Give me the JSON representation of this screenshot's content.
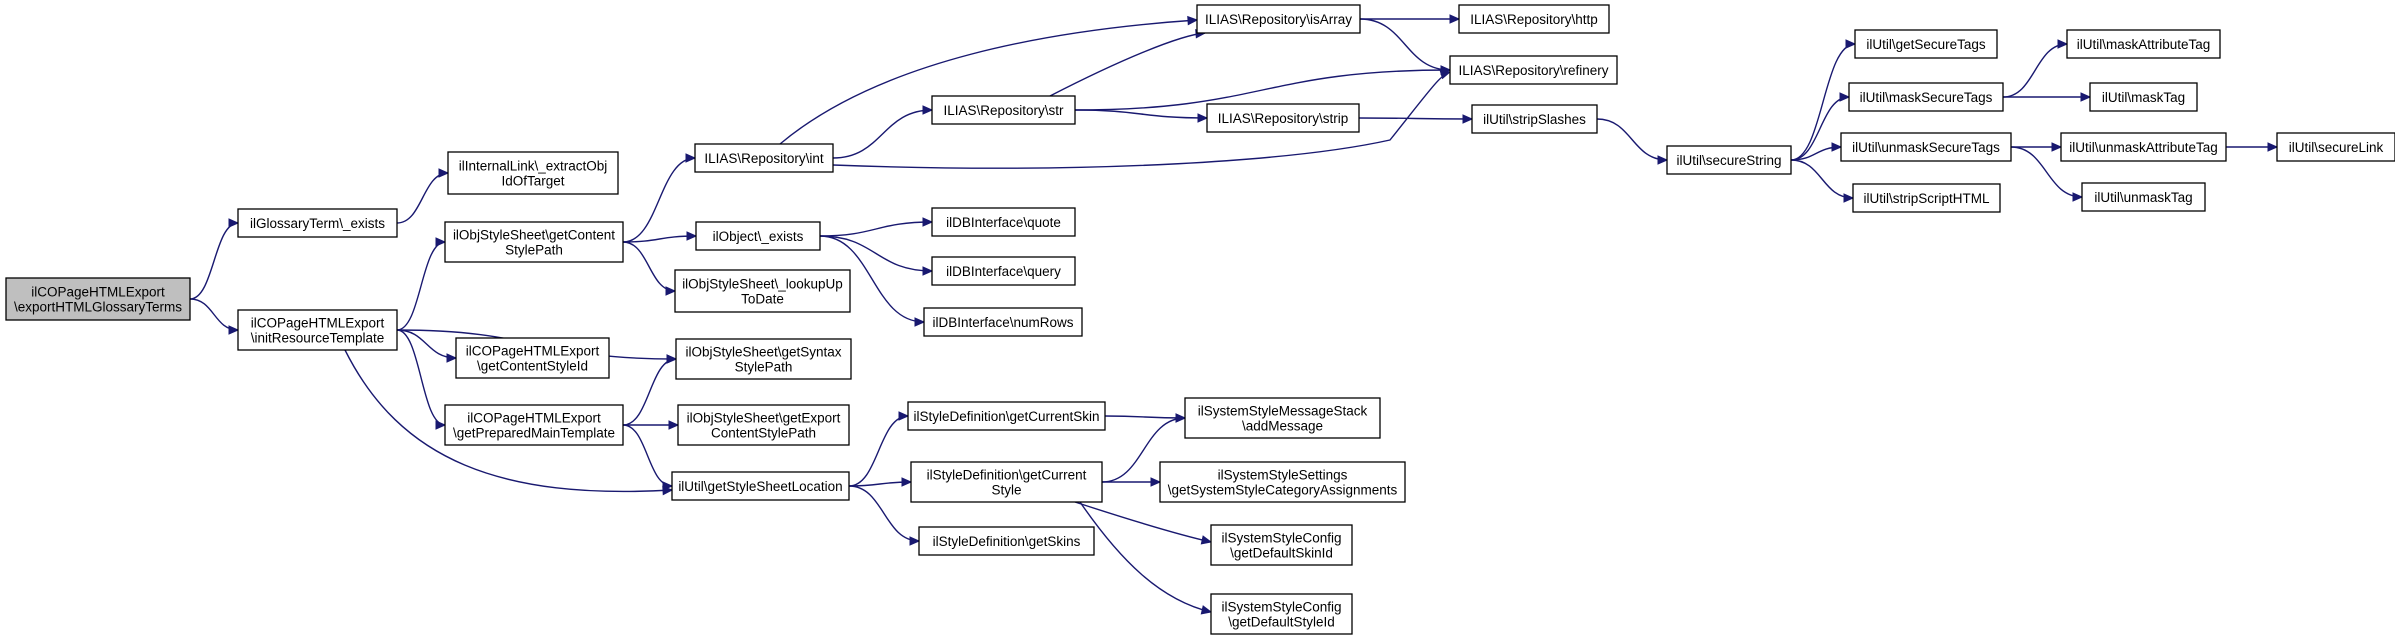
{
  "colors": {
    "edge": "#191970",
    "node_fill": "#ffffff",
    "root_fill": "#bfbfbf",
    "node_border": "#000000"
  },
  "nodes": [
    {
      "id": "root",
      "lines": [
        "ilCOPageHTMLExport",
        "\\exportHTMLGlossaryTerms"
      ],
      "root": true
    },
    {
      "id": "glossExists",
      "lines": [
        "ilGlossaryTerm\\_exists"
      ]
    },
    {
      "id": "initRes",
      "lines": [
        "ilCOPageHTMLExport",
        "\\initResourceTemplate"
      ]
    },
    {
      "id": "extractObj",
      "lines": [
        "ilInternalLink\\_extractObj",
        "IdOfTarget"
      ]
    },
    {
      "id": "getContentStylePath",
      "lines": [
        "ilObjStyleSheet\\getContent",
        "StylePath"
      ]
    },
    {
      "id": "getContentStyleId",
      "lines": [
        "ilCOPageHTMLExport",
        "\\getContentStyleId"
      ]
    },
    {
      "id": "getPreparedMain",
      "lines": [
        "ilCOPageHTMLExport",
        "\\getPreparedMainTemplate"
      ]
    },
    {
      "id": "repoInt",
      "lines": [
        "ILIAS\\Repository\\int"
      ]
    },
    {
      "id": "objExists",
      "lines": [
        "ilObject\\_exists"
      ]
    },
    {
      "id": "lookupUpToDate",
      "lines": [
        "ilObjStyleSheet\\_lookupUp",
        "ToDate"
      ]
    },
    {
      "id": "syntaxStylePath",
      "lines": [
        "ilObjStyleSheet\\getSyntax",
        "StylePath"
      ]
    },
    {
      "id": "exportContentStylePath",
      "lines": [
        "ilObjStyleSheet\\getExport",
        "ContentStylePath"
      ]
    },
    {
      "id": "styleSheetLocation",
      "lines": [
        "ilUtil\\getStyleSheetLocation"
      ]
    },
    {
      "id": "repoIsArray",
      "lines": [
        "ILIAS\\Repository\\isArray"
      ]
    },
    {
      "id": "repoStr",
      "lines": [
        "ILIAS\\Repository\\str"
      ]
    },
    {
      "id": "dbQuote",
      "lines": [
        "ilDBInterface\\quote"
      ]
    },
    {
      "id": "dbQuery",
      "lines": [
        "ilDBInterface\\query"
      ]
    },
    {
      "id": "dbNumRows",
      "lines": [
        "ilDBInterface\\numRows"
      ]
    },
    {
      "id": "currentSkin",
      "lines": [
        "ilStyleDefinition\\getCurrentSkin"
      ]
    },
    {
      "id": "currentStyle",
      "lines": [
        "ilStyleDefinition\\getCurrent",
        "Style"
      ]
    },
    {
      "id": "getSkins",
      "lines": [
        "ilStyleDefinition\\getSkins"
      ]
    },
    {
      "id": "repoHttp",
      "lines": [
        "ILIAS\\Repository\\http"
      ]
    },
    {
      "id": "repoRefinery",
      "lines": [
        "ILIAS\\Repository\\refinery"
      ]
    },
    {
      "id": "repoStrip",
      "lines": [
        "ILIAS\\Repository\\strip"
      ]
    },
    {
      "id": "stripSlashes",
      "lines": [
        "ilUtil\\stripSlashes"
      ]
    },
    {
      "id": "addMessage",
      "lines": [
        "ilSystemStyleMessageStack",
        "\\addMessage"
      ]
    },
    {
      "id": "categoryAssign",
      "lines": [
        "ilSystemStyleSettings",
        "\\getSystemStyleCategoryAssignments"
      ]
    },
    {
      "id": "defaultSkinId",
      "lines": [
        "ilSystemStyleConfig",
        "\\getDefaultSkinId"
      ]
    },
    {
      "id": "defaultStyleId",
      "lines": [
        "ilSystemStyleConfig",
        "\\getDefaultStyleId"
      ]
    },
    {
      "id": "secureString",
      "lines": [
        "ilUtil\\secureString"
      ]
    },
    {
      "id": "getSecureTags",
      "lines": [
        "ilUtil\\getSecureTags"
      ]
    },
    {
      "id": "maskSecureTags",
      "lines": [
        "ilUtil\\maskSecureTags"
      ]
    },
    {
      "id": "unmaskSecureTags",
      "lines": [
        "ilUtil\\unmaskSecureTags"
      ]
    },
    {
      "id": "stripScriptHTML",
      "lines": [
        "ilUtil\\stripScriptHTML"
      ]
    },
    {
      "id": "maskAttributeTag",
      "lines": [
        "ilUtil\\maskAttributeTag"
      ]
    },
    {
      "id": "maskTag",
      "lines": [
        "ilUtil\\maskTag"
      ]
    },
    {
      "id": "unmaskAttributeTag",
      "lines": [
        "ilUtil\\unmaskAttributeTag"
      ]
    },
    {
      "id": "unmaskTag",
      "lines": [
        "ilUtil\\unmaskTag"
      ]
    },
    {
      "id": "secureLink",
      "lines": [
        "ilUtil\\secureLink"
      ]
    }
  ],
  "edges": [
    [
      "root",
      "glossExists"
    ],
    [
      "root",
      "initRes"
    ],
    [
      "glossExists",
      "extractObj"
    ],
    [
      "initRes",
      "getContentStylePath"
    ],
    [
      "initRes",
      "syntaxStylePath"
    ],
    [
      "initRes",
      "getContentStyleId"
    ],
    [
      "initRes",
      "getPreparedMain"
    ],
    [
      "initRes",
      "styleSheetLocation"
    ],
    [
      "getContentStylePath",
      "repoInt"
    ],
    [
      "getContentStylePath",
      "objExists"
    ],
    [
      "getContentStylePath",
      "lookupUpToDate"
    ],
    [
      "getPreparedMain",
      "syntaxStylePath"
    ],
    [
      "getPreparedMain",
      "exportContentStylePath"
    ],
    [
      "getPreparedMain",
      "styleSheetLocation"
    ],
    [
      "repoInt",
      "repoIsArray"
    ],
    [
      "repoInt",
      "repoStr"
    ],
    [
      "repoInt",
      "repoRefinery"
    ],
    [
      "objExists",
      "dbQuote"
    ],
    [
      "objExists",
      "dbQuery"
    ],
    [
      "objExists",
      "dbNumRows"
    ],
    [
      "styleSheetLocation",
      "currentSkin"
    ],
    [
      "styleSheetLocation",
      "currentStyle"
    ],
    [
      "styleSheetLocation",
      "getSkins"
    ],
    [
      "repoStr",
      "repoIsArray"
    ],
    [
      "repoStr",
      "repoRefinery"
    ],
    [
      "repoStr",
      "repoStrip"
    ],
    [
      "repoIsArray",
      "repoHttp"
    ],
    [
      "repoIsArray",
      "repoRefinery"
    ],
    [
      "repoStrip",
      "stripSlashes"
    ],
    [
      "stripSlashes",
      "secureString"
    ],
    [
      "currentSkin",
      "addMessage"
    ],
    [
      "currentStyle",
      "addMessage"
    ],
    [
      "currentStyle",
      "categoryAssign"
    ],
    [
      "currentStyle",
      "defaultSkinId"
    ],
    [
      "currentStyle",
      "defaultStyleId"
    ],
    [
      "secureString",
      "getSecureTags"
    ],
    [
      "secureString",
      "maskSecureTags"
    ],
    [
      "secureString",
      "unmaskSecureTags"
    ],
    [
      "secureString",
      "stripScriptHTML"
    ],
    [
      "maskSecureTags",
      "maskAttributeTag"
    ],
    [
      "maskSecureTags",
      "maskTag"
    ],
    [
      "unmaskSecureTags",
      "unmaskAttributeTag"
    ],
    [
      "unmaskSecureTags",
      "unmaskTag"
    ],
    [
      "unmaskAttributeTag",
      "secureLink"
    ]
  ]
}
